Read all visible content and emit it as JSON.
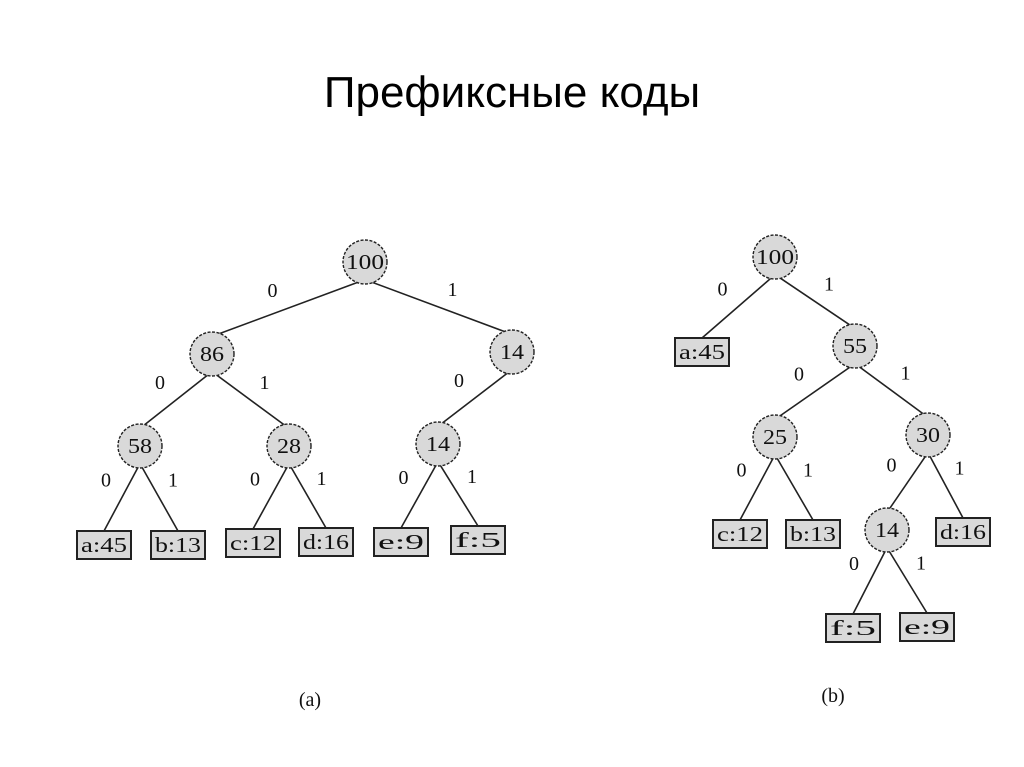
{
  "title": "Префиксные коды",
  "colors": {
    "node_fill": "#d9d9d9",
    "stroke": "#222222"
  },
  "trees": [
    {
      "caption": "(a)",
      "nodes": [
        {
          "id": "r",
          "label": "100",
          "type": "internal"
        },
        {
          "id": "n86",
          "label": "86",
          "type": "internal"
        },
        {
          "id": "n14",
          "label": "14",
          "type": "internal"
        },
        {
          "id": "n58",
          "label": "58",
          "type": "internal"
        },
        {
          "id": "n28",
          "label": "28",
          "type": "internal"
        },
        {
          "id": "n14b",
          "label": "14",
          "type": "internal"
        },
        {
          "id": "a",
          "label": "a:45",
          "type": "leaf"
        },
        {
          "id": "b",
          "label": "b:13",
          "type": "leaf"
        },
        {
          "id": "c",
          "label": "c:12",
          "type": "leaf"
        },
        {
          "id": "d",
          "label": "d:16",
          "type": "leaf"
        },
        {
          "id": "e",
          "label": "e:9",
          "type": "leaf"
        },
        {
          "id": "f",
          "label": "f:5",
          "type": "leaf"
        }
      ],
      "edges": [
        {
          "from": "r",
          "to": "n86",
          "label": "0"
        },
        {
          "from": "r",
          "to": "n14",
          "label": "1"
        },
        {
          "from": "n86",
          "to": "n58",
          "label": "0"
        },
        {
          "from": "n86",
          "to": "n28",
          "label": "1"
        },
        {
          "from": "n14",
          "to": "n14b",
          "label": "0"
        },
        {
          "from": "n58",
          "to": "a",
          "label": "0"
        },
        {
          "from": "n58",
          "to": "b",
          "label": "1"
        },
        {
          "from": "n28",
          "to": "c",
          "label": "0"
        },
        {
          "from": "n28",
          "to": "d",
          "label": "1"
        },
        {
          "from": "n14b",
          "to": "e",
          "label": "0"
        },
        {
          "from": "n14b",
          "to": "f",
          "label": "1"
        }
      ]
    },
    {
      "caption": "(b)",
      "nodes": [
        {
          "id": "r",
          "label": "100",
          "type": "internal"
        },
        {
          "id": "a",
          "label": "a:45",
          "type": "leaf"
        },
        {
          "id": "n55",
          "label": "55",
          "type": "internal"
        },
        {
          "id": "n25",
          "label": "25",
          "type": "internal"
        },
        {
          "id": "n30",
          "label": "30",
          "type": "internal"
        },
        {
          "id": "c",
          "label": "c:12",
          "type": "leaf"
        },
        {
          "id": "b",
          "label": "b:13",
          "type": "leaf"
        },
        {
          "id": "n14",
          "label": "14",
          "type": "internal"
        },
        {
          "id": "d",
          "label": "d:16",
          "type": "leaf"
        },
        {
          "id": "f",
          "label": "f:5",
          "type": "leaf"
        },
        {
          "id": "e",
          "label": "e:9",
          "type": "leaf"
        }
      ],
      "edges": [
        {
          "from": "r",
          "to": "a",
          "label": "0"
        },
        {
          "from": "r",
          "to": "n55",
          "label": "1"
        },
        {
          "from": "n55",
          "to": "n25",
          "label": "0"
        },
        {
          "from": "n55",
          "to": "n30",
          "label": "1"
        },
        {
          "from": "n25",
          "to": "c",
          "label": "0"
        },
        {
          "from": "n25",
          "to": "b",
          "label": "1"
        },
        {
          "from": "n30",
          "to": "n14",
          "label": "0"
        },
        {
          "from": "n30",
          "to": "d",
          "label": "1"
        },
        {
          "from": "n14",
          "to": "f",
          "label": "0"
        },
        {
          "from": "n14",
          "to": "e",
          "label": "1"
        }
      ]
    }
  ]
}
